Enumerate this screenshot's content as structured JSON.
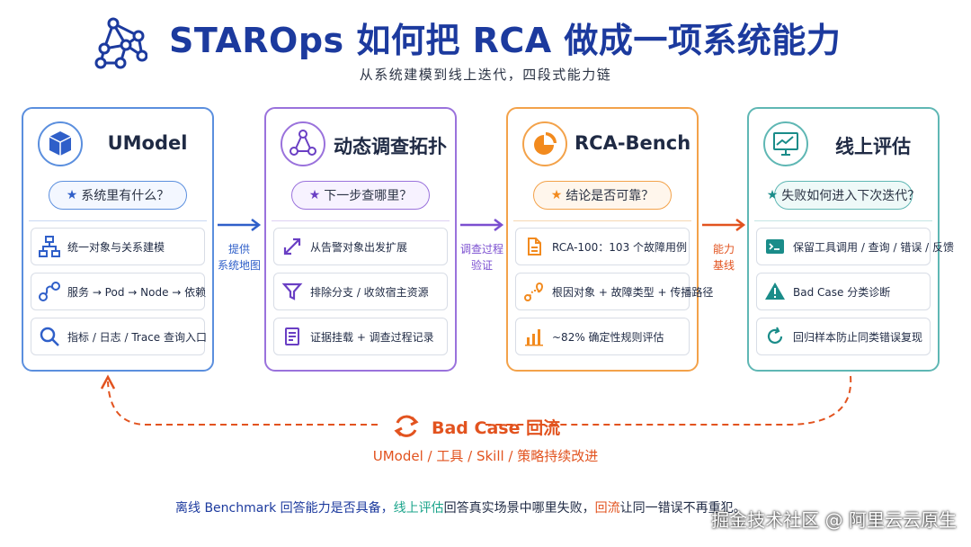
{
  "header": {
    "title": "STAROps 如何把 RCA 做成一项系统能力",
    "subtitle": "从系统建模到线上迭代，四段式能力链"
  },
  "cards": [
    {
      "title": "UModel",
      "icon": "cube-icon",
      "color": "#5b8fde",
      "question": "系统里有什么？",
      "items": [
        {
          "icon": "hierarchy-icon",
          "label": "统一对象与关系建模"
        },
        {
          "icon": "link-icon",
          "label": "服务 → Pod → Node → 依赖"
        },
        {
          "icon": "search-icon",
          "label": "指标 / 日志 / Trace 查询入口"
        }
      ]
    },
    {
      "title": "动态调查拓扑",
      "icon": "graph-icon",
      "color": "#9a72dc",
      "question": "下一步查哪里？",
      "items": [
        {
          "icon": "expand-icon",
          "label": "从告警对象出发扩展"
        },
        {
          "icon": "filter-icon",
          "label": "排除分支 / 收敛宿主资源"
        },
        {
          "icon": "document-icon",
          "label": "证据挂载 + 调查过程记录"
        }
      ]
    },
    {
      "title": "RCA-Bench",
      "icon": "pie-chart-icon",
      "color": "#f3a24a",
      "question": "结论是否可靠？",
      "items": [
        {
          "icon": "file-icon",
          "label": "RCA-100：103 个故障用例"
        },
        {
          "icon": "route-icon",
          "label": "根因对象 + 故障类型 + 传播路径"
        },
        {
          "icon": "bar-chart-icon",
          "label": "~82% 确定性规则评估"
        }
      ]
    },
    {
      "title": "线上评估",
      "icon": "monitor-icon",
      "color": "#5fb7b4",
      "question": "失败如何进入下次迭代？",
      "items": [
        {
          "icon": "terminal-icon",
          "label": "保留工具调用 / 查询 / 错误 / 反馈"
        },
        {
          "icon": "warning-icon",
          "label": "Bad Case 分类诊断"
        },
        {
          "icon": "refresh-icon",
          "label": "回归样本防止同类错误复现"
        }
      ]
    }
  ],
  "connectors": [
    {
      "label_line1": "提供",
      "label_line2": "系统地图",
      "color": "#2f5fc9"
    },
    {
      "label_line1": "调查过程",
      "label_line2": "验证",
      "color": "#7b4fd0"
    },
    {
      "label_line1": "能力",
      "label_line2": "基线",
      "color": "#e2531f"
    }
  ],
  "loop": {
    "title": "Bad Case 回流",
    "subtitle": "UModel / 工具 / Skill / 策略持续改进"
  },
  "bottom_line": {
    "part1": "离线 Benchmark 回答能力是否具备，",
    "part2": "线上评估",
    "part3": "回答真实场景中哪里失败，",
    "part4": "回流",
    "part5": "让同一错误不再重犯。"
  },
  "watermark": "掘金技术社区 @ 阿里云云原生"
}
